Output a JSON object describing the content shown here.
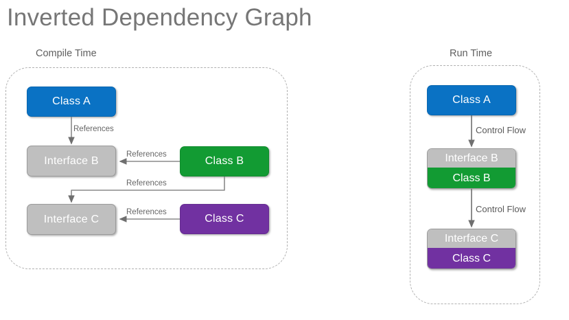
{
  "page": {
    "title": "Inverted Dependency Graph",
    "background": "#ffffff"
  },
  "colors": {
    "blue": "#0a72c4",
    "green": "#129b33",
    "purple": "#7131a1",
    "gray": "#bfbfbf",
    "title_text": "#767676",
    "label_text": "#5f5f5f",
    "edge": "#808080",
    "dashed_border": "#b0b0b0"
  },
  "groups": [
    {
      "id": "compile-time",
      "label": "Compile Time"
    },
    {
      "id": "run-time",
      "label": "Run Time"
    }
  ],
  "compile_time": {
    "label": "Compile Time",
    "nodes": [
      {
        "id": "class-a",
        "label": "Class A",
        "color": "blue"
      },
      {
        "id": "interface-b",
        "label": "Interface B",
        "color": "gray"
      },
      {
        "id": "class-b",
        "label": "Class B",
        "color": "green"
      },
      {
        "id": "interface-c",
        "label": "Interface C",
        "color": "gray"
      },
      {
        "id": "class-c",
        "label": "Class C",
        "color": "purple"
      }
    ],
    "edges": [
      {
        "id": "a-to-ib",
        "from": "class-a",
        "to": "interface-b",
        "label": "References"
      },
      {
        "id": "b-to-ib",
        "from": "class-b",
        "to": "interface-b",
        "label": "References"
      },
      {
        "id": "b-to-ic",
        "from": "class-b",
        "to": "interface-c",
        "label": "References"
      },
      {
        "id": "c-to-ic",
        "from": "class-c",
        "to": "interface-c",
        "label": "References"
      }
    ]
  },
  "run_time": {
    "label": "Run Time",
    "nodes": [
      {
        "id": "rt-class-a",
        "label": "Class A",
        "color": "blue"
      },
      {
        "id": "rt-stack-b",
        "top_label": "Interface B",
        "bottom_label": "Class B",
        "top_color": "gray",
        "bottom_color": "green"
      },
      {
        "id": "rt-stack-c",
        "top_label": "Interface C",
        "bottom_label": "Class C",
        "top_color": "gray",
        "bottom_color": "purple"
      }
    ],
    "edges": [
      {
        "id": "rt-a-to-b",
        "from": "rt-class-a",
        "to": "rt-stack-b",
        "label": "Control Flow"
      },
      {
        "id": "rt-b-to-c",
        "from": "rt-stack-b",
        "to": "rt-stack-c",
        "label": "Control Flow"
      }
    ]
  }
}
